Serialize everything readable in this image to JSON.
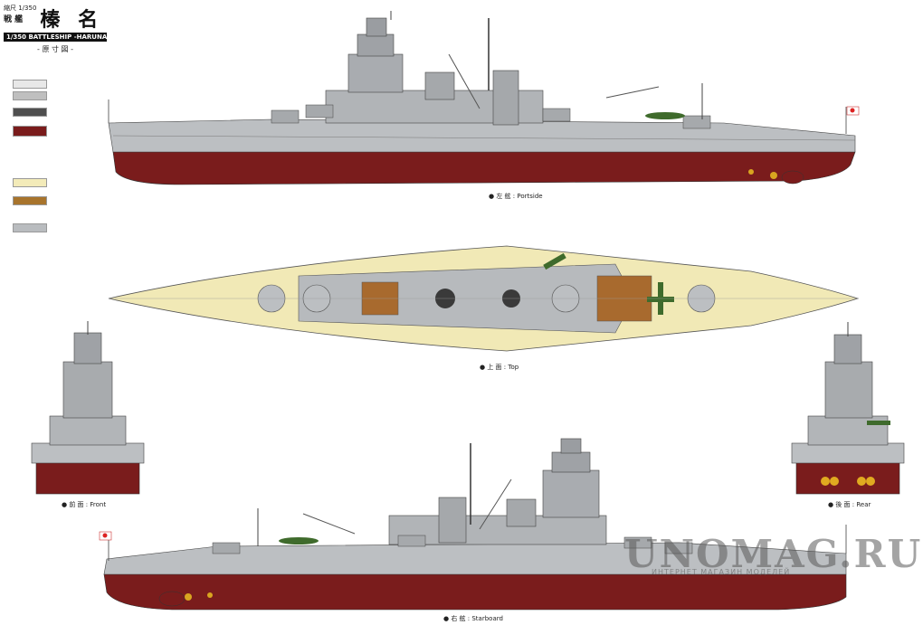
{
  "title_block": {
    "scale_line": "縮尺 1/350",
    "type_kanji": "戦 艦",
    "name_kanji": "榛 名",
    "english_bar": "1/350 BATTLESHIP -HARUNA-",
    "subtitle": "- 原 寸 図 -"
  },
  "colors": {
    "hull_red": "#7a1c1c",
    "hull_gray": "#b9bcbf",
    "deck_tan": "#f1e9b6",
    "wood": "#a86a2e",
    "aircraft_green": "#3f6b2c",
    "dark_gray": "#4a4a4a"
  },
  "legend": {
    "swatches": [
      {
        "color": "#e8e8e8"
      },
      {
        "color": "#bfbfbf"
      },
      {
        "color": "#4f4f4f"
      },
      {
        "color": "#7a1c1c"
      },
      {
        "color": "#f3ebb9"
      },
      {
        "color": "#a8742c"
      },
      {
        "color": "#b9bcbf"
      }
    ]
  },
  "views": {
    "portside": "● 左 舷 : Portside",
    "top": "● 上 面 : Top",
    "front": "● 前 面 : Front",
    "rear": "● 後 面 : Rear",
    "starboard": "● 右 舷 : Starboard"
  },
  "watermark": {
    "main": "UNOMAG.RU",
    "sub": "ИНТЕРНЕТ МАГАЗИН МОДЕЛЕЙ"
  }
}
